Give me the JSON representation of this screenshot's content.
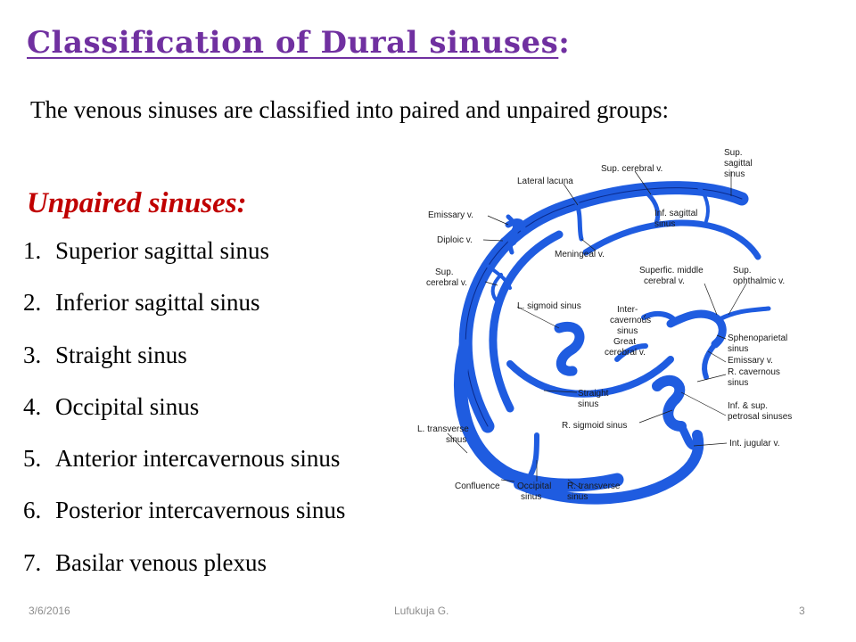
{
  "slide": {
    "title": "Classification of Dural sinuses",
    "title_colon": ":",
    "intro": "The venous sinuses are classified into paired and unpaired groups:",
    "subheading": "Unpaired sinuses:",
    "items": [
      {
        "num": "1.",
        "text": "Superior sagittal sinus"
      },
      {
        "num": "2.",
        "text": "Inferior sagittal sinus"
      },
      {
        "num": "3.",
        "text": "Straight sinus"
      },
      {
        "num": "4.",
        "text": "Occipital sinus"
      },
      {
        "num": "5.",
        "text": "Anterior intercavernous sinus"
      },
      {
        "num": "6.",
        "text": "Posterior intercavernous sinus"
      },
      {
        "num": "7.",
        "text": "Basilar venous plexus"
      }
    ]
  },
  "figure": {
    "labels": {
      "sup_sagittal_1": "Sup.",
      "sup_sagittal_2": "sagittal",
      "sup_sagittal_3": "sinus",
      "sup_cerebral_top": "Sup. cerebral v.",
      "lateral_lacuna": "Lateral lacuna",
      "emissary": "Emissary v.",
      "inf_sagittal_1": "Inf. sagittal",
      "inf_sagittal_2": "sinus",
      "diploic": "Diploic v.",
      "meningeal": "Meningeal v.",
      "superf_middle_1": "Superfic. middle",
      "superf_middle_2": "cerebral v.",
      "sup_ophthalmic_1": "Sup.",
      "sup_ophthalmic_2": "ophthalmic v.",
      "sup_cerebral_left_1": "Sup.",
      "sup_cerebral_left_2": "cerebral v.",
      "l_sigmoid": "L. sigmoid sinus",
      "intercav_1": "Inter-",
      "intercav_2": "cavernous",
      "intercav_3": "sinus",
      "great_cerebral_1": "Great",
      "great_cerebral_2": "cerebral v.",
      "sphenoparietal_1": "Sphenoparietal",
      "sphenoparietal_2": "sinus",
      "emissary_right": "Emissary v.",
      "r_cavernous_1": "R. cavernous",
      "r_cavernous_2": "sinus",
      "straight_1": "Straight",
      "straight_2": "sinus",
      "petrosal_1": "Inf. & sup.",
      "petrosal_2": "petrosal sinuses",
      "r_sigmoid": "R. sigmoid sinus",
      "l_transverse_1": "L. transverse",
      "l_transverse_2": "sinus",
      "int_jugular": "Int. jugular v.",
      "confluence": "Confluence",
      "occipital_1": "Occipital",
      "occipital_2": "sinus",
      "r_transverse_1": "R. transverse",
      "r_transverse_2": "sinus"
    },
    "colors": {
      "vein": "#1f5ce0",
      "vein_outline": "#0a2a8a"
    }
  },
  "footer": {
    "date": "3/6/2016",
    "author": "Lufukuja G.",
    "page": "3"
  }
}
